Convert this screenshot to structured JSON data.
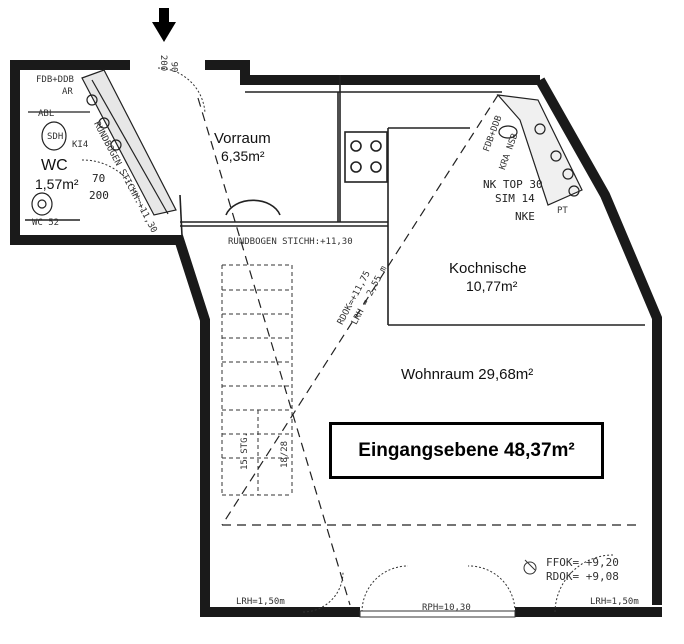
{
  "entrance_marker": "entrance-arrow",
  "rooms": {
    "wc": {
      "name": "WC",
      "area": "1,57m²",
      "door_w": "70",
      "door_h": "200"
    },
    "vorraum": {
      "name": "Vorraum",
      "area": "6,35m²"
    },
    "kochnische": {
      "name": "Kochnische",
      "area": "10,77m²"
    },
    "wohnraum": {
      "name": "Wohnraum 29,68m²"
    }
  },
  "summary": {
    "label": "Eingangsebene 48,37m²"
  },
  "annotations": {
    "top_door": "200",
    "top_door_b": "90",
    "fdb": "FDB+DDB",
    "ar": "AR",
    "abl": "ABL",
    "sdh": "SDH",
    "ki": "KI4",
    "wc_corner": "WC 52 ",
    "rundbogen_vorraum": "RUNDBOGEN STICHH:+11,30",
    "rundbogen_main": "RUNDBOGEN STICHH:+11,30",
    "kitchen_topline": "FDB+DDB",
    "kitchen_small": "KRA NSB",
    "kitchen_nk": "NK TOP 30",
    "kitchen_sim": "SIM 14",
    "kitchen_nke": "NKE",
    "kitchen_pt": "PT",
    "rdok": "RDOK=+11,75",
    "lrh": "LRH = 2,55 m",
    "stairs": "15 STG.",
    "stairs_ratio": "18/28",
    "ffok": "FFOK= +9,20",
    "rdok_bottom": "RDOK= +9,08",
    "lrh_left": "LRH=1,50m",
    "lrh_right": "LRH=1,50m",
    "rph": "RPH=10,30"
  }
}
